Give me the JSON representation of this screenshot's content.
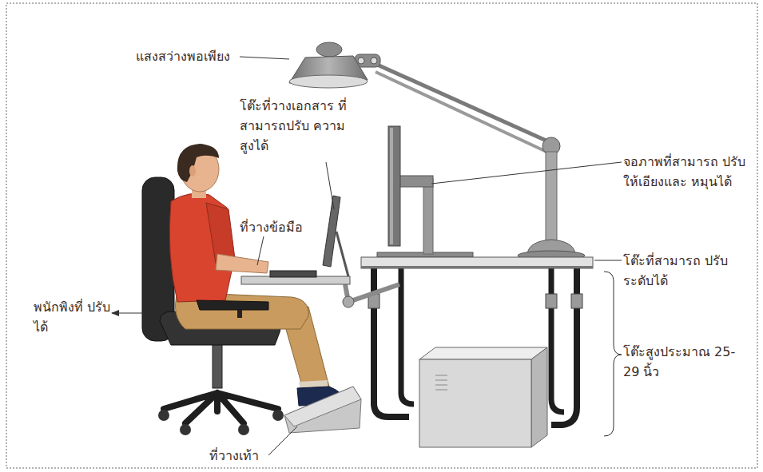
{
  "diagram": {
    "labels": [
      "แสงสว่างพอเพียง",
      "โต๊ะที่วางเอกสาร ที่สามารถปรับ ความสูงได้",
      "ที่วางข้อมือ",
      "พนักพิงที่ ปรับได้",
      "จอภาพที่สามารถ ปรับให้เอียงและ หมุนได้",
      "โต๊ะที่สามารถ ปรับระดับได้",
      "โต๊ะสูงประมาณ 25-29 นิ้ว",
      "ที่วางเท้า"
    ]
  }
}
